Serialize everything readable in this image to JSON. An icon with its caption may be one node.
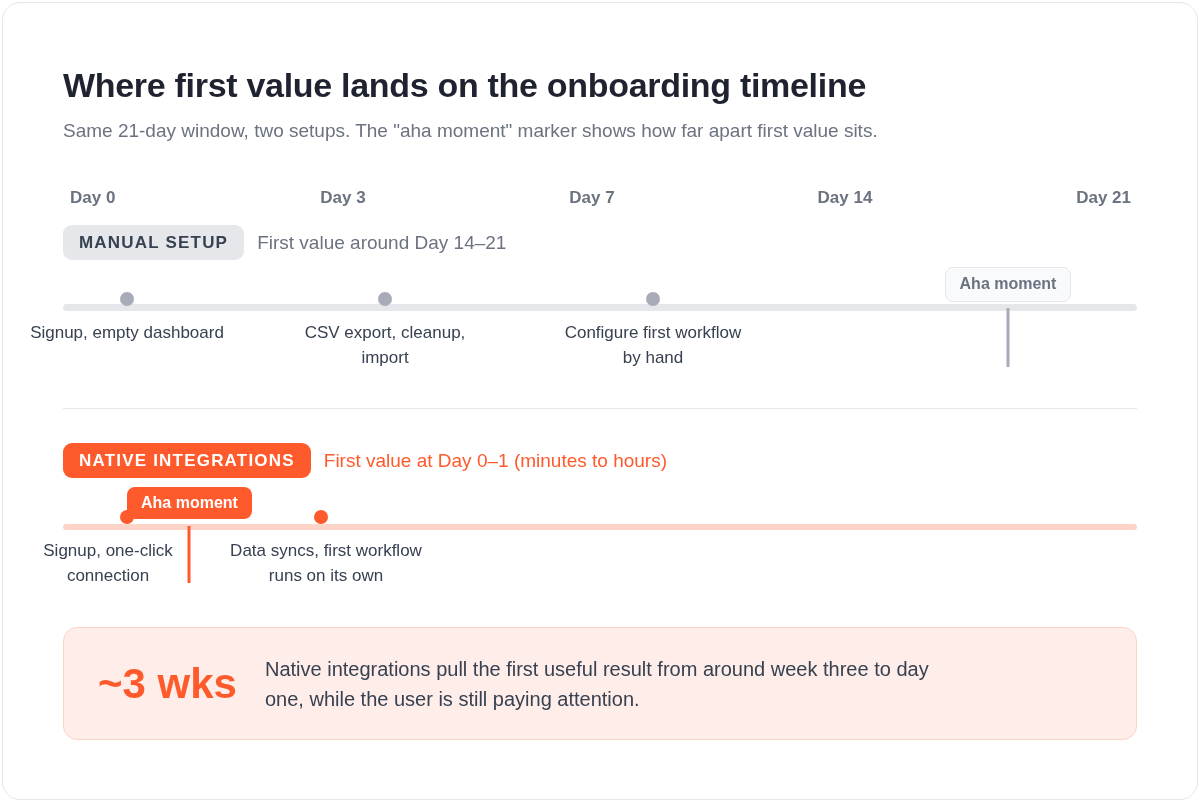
{
  "diagram": {
    "title": "Where first value lands on the onboarding timeline",
    "nodes": [
      {
        "text": [
          "MANUAL SETUP"
        ],
        "beside": [
          "First value around Day 14–21"
        ]
      },
      {
        "text": [
          "Aha moment"
        ]
      },
      {
        "text": [
          "NATIVE INTEGRATIONS"
        ],
        "beside": [
          "First value at Day 0–1 (minutes to hours)"
        ]
      },
      {
        "text": [
          "Aha moment"
        ]
      },
      {
        "text": [
          "~3 wks",
          "Native integrations pull the first useful result from around week three to day one, while the user is still paying attention."
        ]
      }
    ],
    "labels": [
      "Same 21-day window, two setups. The \"aha moment\" marker shows how far apart first value sits.",
      "Day 0",
      "Day 3",
      "Day 7",
      "Day 14",
      "Day 21",
      "Signup, empty dashboard",
      "CSV export, cleanup, import",
      "Configure first workflow by hand",
      "Signup, one-click connection",
      "Data syncs, first workflow runs on its own"
    ]
  }
}
